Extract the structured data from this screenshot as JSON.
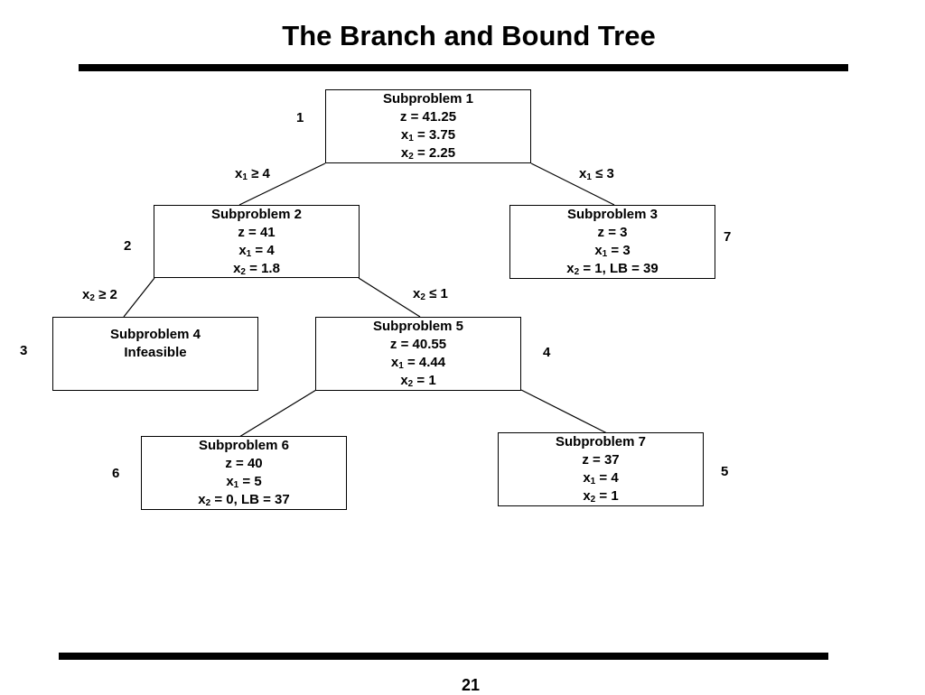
{
  "title": "The Branch and Bound Tree",
  "page_number": "21",
  "nodes": [
    {
      "order": "1",
      "lines": [
        "Subproblem 1",
        "z  = 41.25",
        "x1 = 3.75",
        "x2 = 2.25"
      ]
    },
    {
      "order": "2",
      "lines": [
        "Subproblem 2",
        "z  = 41",
        "x1 = 4",
        "x2 = 1.8"
      ]
    },
    {
      "order": "7",
      "lines": [
        "Subproblem 3",
        "z  = 3",
        "x1 = 3",
        "x2 = 1, LB = 39"
      ]
    },
    {
      "order": "3",
      "lines": [
        "Subproblem 4",
        "Infeasible"
      ]
    },
    {
      "order": "4",
      "lines": [
        "Subproblem 5",
        "z  = 40.55",
        "x1 = 4.44",
        "x2 = 1"
      ]
    },
    {
      "order": "6",
      "lines": [
        "Subproblem 6",
        "z  = 40",
        "x1 = 5",
        "x2 = 0, LB = 37"
      ]
    },
    {
      "order": "5",
      "lines": [
        "Subproblem 7",
        "z  = 37",
        "x1 = 4",
        "x2 = 1"
      ]
    }
  ],
  "branches": [
    {
      "from": "Subproblem 1",
      "to": "Subproblem 2",
      "label": "x1 ≥ 4"
    },
    {
      "from": "Subproblem 1",
      "to": "Subproblem 3",
      "label": "x1 ≤ 3"
    },
    {
      "from": "Subproblem 2",
      "to": "Subproblem 4",
      "label": "x2 ≥ 2"
    },
    {
      "from": "Subproblem 2",
      "to": "Subproblem 5",
      "label": "x2 ≤ 1"
    },
    {
      "from": "Subproblem 5",
      "to": "Subproblem 6",
      "label": ""
    },
    {
      "from": "Subproblem 5",
      "to": "Subproblem 7",
      "label": ""
    }
  ]
}
